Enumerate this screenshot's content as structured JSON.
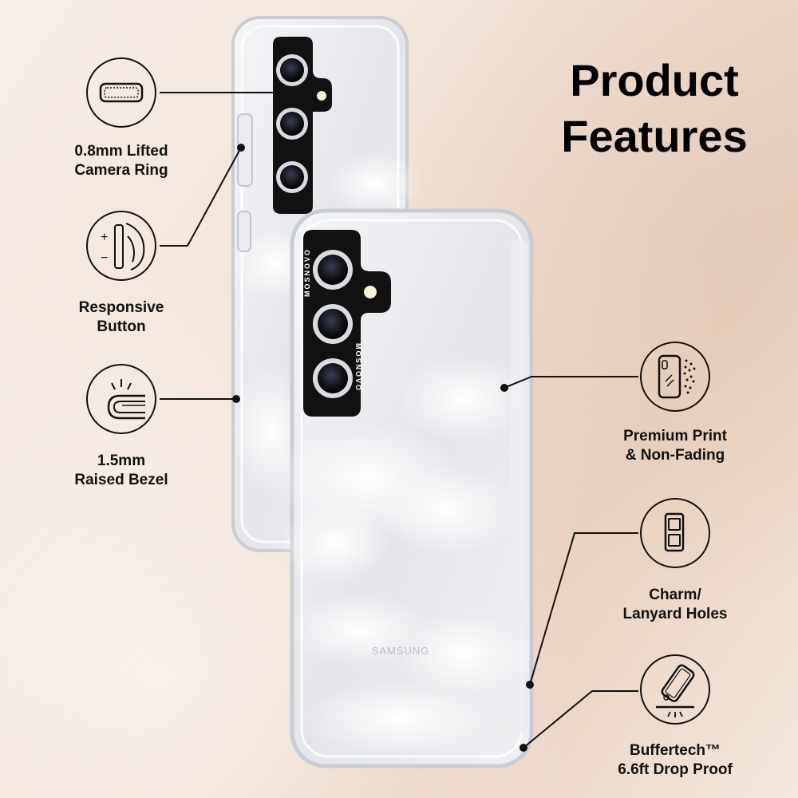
{
  "title": {
    "line1": "Product",
    "line2": "Features"
  },
  "features": [
    {
      "icon": "camera-ring-icon",
      "line1": "0.8mm Lifted",
      "line2": "Camera Ring"
    },
    {
      "icon": "button-icon",
      "line1": "Responsive",
      "line2": "Button"
    },
    {
      "icon": "bezel-icon",
      "line1": "1.5mm",
      "line2": "Raised Bezel"
    },
    {
      "icon": "print-icon",
      "line1": "Premium Print",
      "line2": "& Non-Fading"
    },
    {
      "icon": "lanyard-icon",
      "line1": "Charm/",
      "line2": "Lanyard Holes"
    },
    {
      "icon": "drop-proof-icon",
      "line1": "Buffertech™",
      "line2": "6.6ft Drop Proof"
    }
  ],
  "product": {
    "brand_on_ring": "MOSNOVO",
    "phone_logo": "SAMSUNG"
  }
}
